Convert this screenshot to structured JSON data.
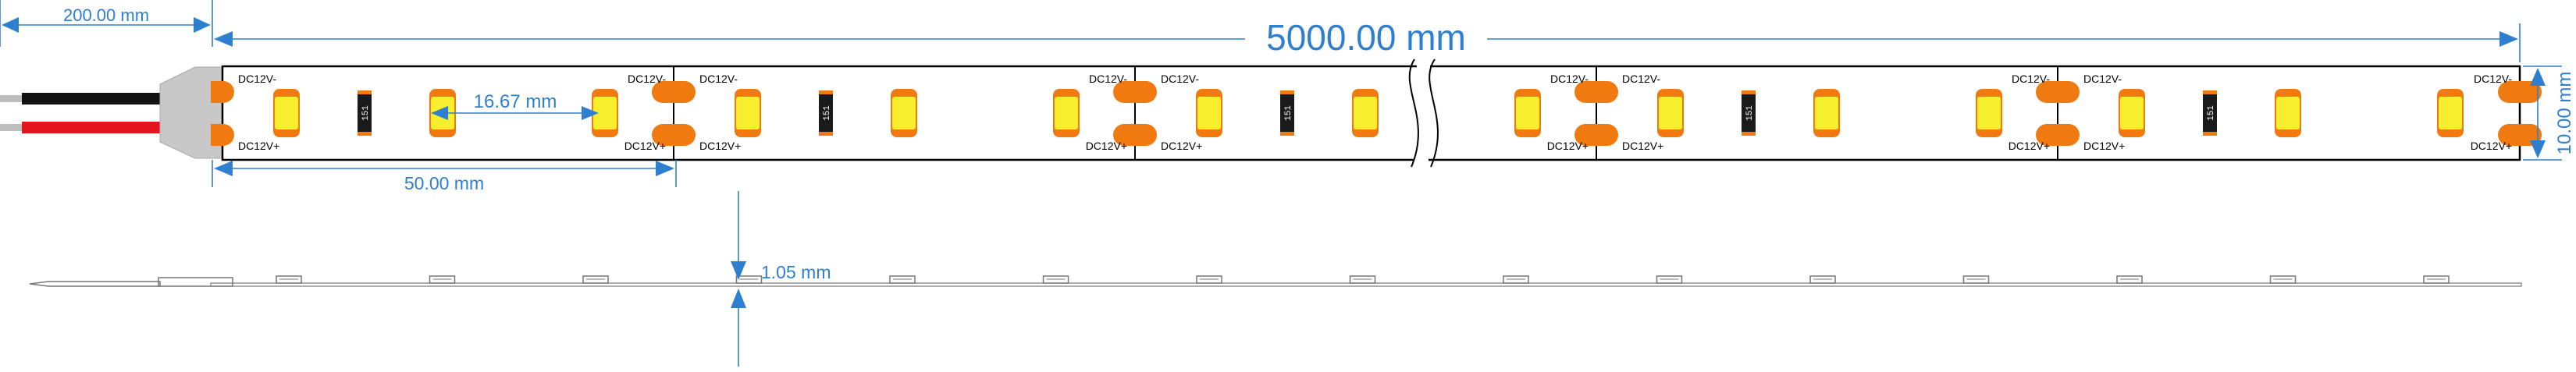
{
  "dimensions": {
    "wire_lead": "200.00 mm",
    "total_length": "5000.00 mm",
    "led_spacing": "16.67 mm",
    "cut_unit": "50.00 mm",
    "width": "10.00 mm",
    "thickness": "1.05 mm"
  },
  "pad_labels": {
    "positive": "DC12V+",
    "negative": "DC12V-"
  },
  "resistor_code": "151",
  "colors": {
    "dimension": "#2f7fd0",
    "led_yellow": "#f7ef2e",
    "led_orange": "#f07a10",
    "resistor": "#1a1a1a",
    "wire_black": "#111111",
    "wire_red": "#e3141b",
    "connector": "#c8c8c8",
    "outline": "#000000"
  }
}
